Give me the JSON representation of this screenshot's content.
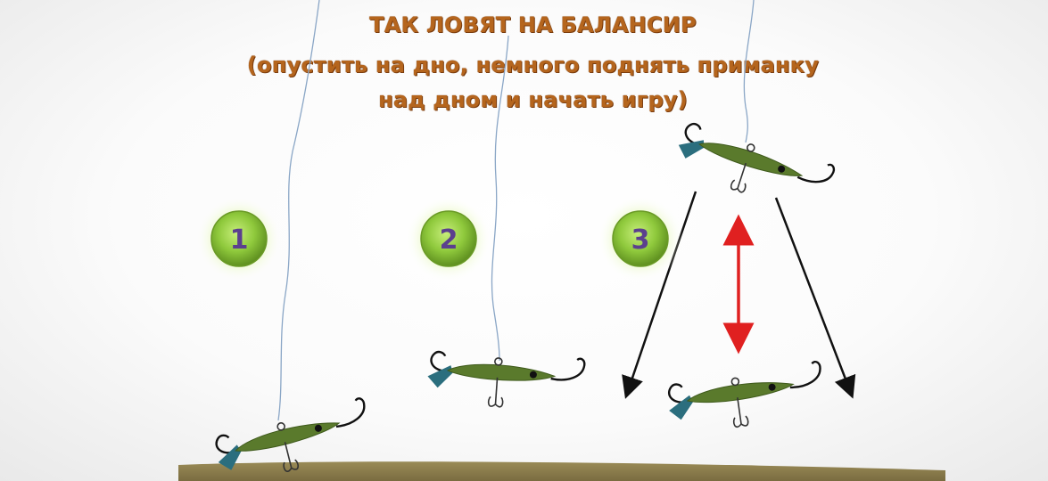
{
  "title": {
    "line1": "ТАК ЛОВЯТ НА БАЛАНСИР",
    "line2": "(опустить на дно, немного поднять приманку",
    "line3": "над дном и начать игру)"
  },
  "steps": [
    {
      "label": "1"
    },
    {
      "label": "2"
    },
    {
      "label": "3"
    }
  ],
  "colors": {
    "title": "#b5651d",
    "lure_body": "#5a7a2c",
    "lure_tail": "#2b6e7e",
    "line": "#8aa6c6",
    "ground": "#8a7c4c",
    "badge": "#8fc93c",
    "number": "#5b3f8e",
    "motion_arrow": "#e02020",
    "guide_arrow": "#111111"
  },
  "icons": [
    "balance-lure-icon",
    "treble-hook-icon",
    "double-arrow-icon"
  ]
}
